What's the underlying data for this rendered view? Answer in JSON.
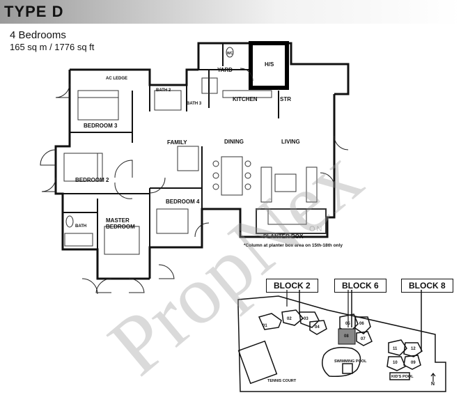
{
  "header": {
    "title": "TYPE D",
    "bedrooms": "4 Bedrooms",
    "area": "165 sq m / 1776 sq ft"
  },
  "rooms": {
    "ac_ledge": "AC LEDGE",
    "bath2": "BATH 2",
    "bath3": "BATH 3",
    "wc": "WC",
    "yard": "YARD",
    "hs": "H/S",
    "kitchen": "KITCHEN",
    "str": "STR",
    "bedroom3": "BEDROOM 3",
    "family": "FAMILY",
    "dining": "DINING",
    "living": "LIVING",
    "bedroom2": "BEDROOM 2",
    "bedroom4": "BEDROOM 4",
    "bath": "BATH",
    "master_line1": "MASTER",
    "master_line2": "BEDROOM",
    "planter": "PLANTER BOX",
    "planter_note": "*Column at planter box area on 15th-18th only"
  },
  "site": {
    "block2": "BLOCK 2",
    "block6": "BLOCK 6",
    "block8": "BLOCK 8",
    "tennis": "TENNIS COURT",
    "pool": "SWIMMING POOL",
    "kids_pool": "KID'S POOL",
    "north": "N",
    "units": [
      "01",
      "02",
      "03",
      "04",
      "05",
      "06",
      "07",
      "08",
      "09",
      "10",
      "11",
      "12"
    ]
  },
  "watermark": {
    "brand": "PropNex",
    "sub": "ON"
  }
}
